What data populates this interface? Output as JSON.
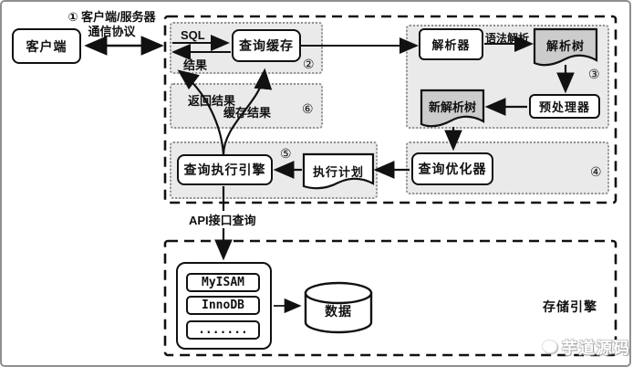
{
  "client": {
    "label": "客户端"
  },
  "protocol": {
    "line1": "① 客户端/服务器",
    "line2": "通信协议"
  },
  "cache_section": {
    "sql": "SQL",
    "result": "结果",
    "cache_box": "查询缓存",
    "step": "②"
  },
  "return_section": {
    "return_result": "返回结果",
    "cache_result": "缓存结果",
    "step": "⑥"
  },
  "parse_section": {
    "parser": "解析器",
    "syntax": "语法解析",
    "tree": "解析树",
    "step": "③",
    "preprocessor": "预处理器",
    "new_tree": "新解析树"
  },
  "optimize_section": {
    "optimizer": "查询优化器",
    "step": "④"
  },
  "execute_section": {
    "engine": "查询执行引擎",
    "plan": "执行计划",
    "step": "⑤"
  },
  "api_label": "API接口查询",
  "storage": {
    "engines": [
      "MyISAM",
      "InnoDB",
      "......."
    ],
    "data": "数据",
    "label": "存储引擎"
  },
  "watermark": {
    "text": "芋道源码"
  },
  "colors": {
    "line": "#111111",
    "region_fill": "#eaeaea",
    "doc_fill": "#cccccc"
  }
}
